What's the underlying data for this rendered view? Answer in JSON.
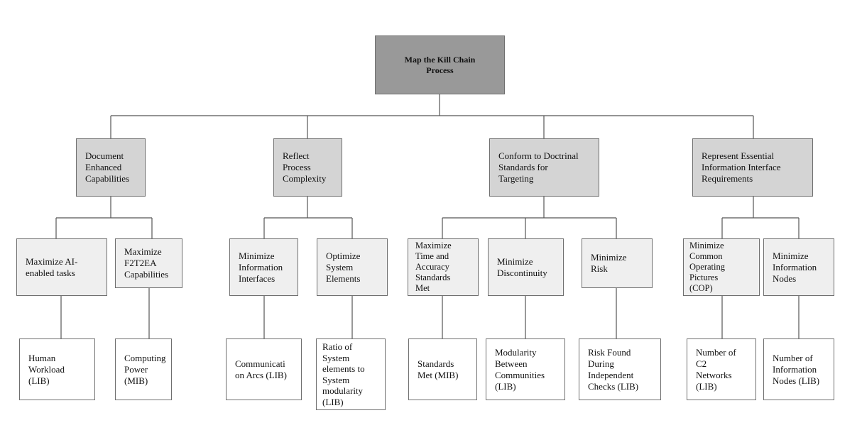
{
  "root": {
    "label": "Map the Kill Chain\nProcess"
  },
  "objectives": [
    {
      "label": "Document\nEnhanced\nCapabilities"
    },
    {
      "label": "Reflect\nProcess\nComplexity"
    },
    {
      "label": "Conform to Doctrinal\nStandards for\nTargeting"
    },
    {
      "label": "Represent Essential\nInformation Interface\nRequirements"
    }
  ],
  "sub_objectives": [
    {
      "label": "Maximize AI-\nenabled tasks"
    },
    {
      "label": "Maximize\nF2T2EA\nCapabilities"
    },
    {
      "label": "Minimize\nInformation\nInterfaces"
    },
    {
      "label": "Optimize\nSystem\nElements"
    },
    {
      "label": "Maximize\nTime and\nAccuracy\nStandards\nMet"
    },
    {
      "label": "Minimize\nDiscontinuity"
    },
    {
      "label": "Minimize\nRisk"
    },
    {
      "label": "Minimize\nCommon\nOperating\nPictures\n(COP)"
    },
    {
      "label": "Minimize\nInformation\nNodes"
    }
  ],
  "measures": [
    {
      "label": "Human\nWorkload\n(LIB)"
    },
    {
      "label": "Computing\nPower\n(MIB)"
    },
    {
      "label": "Communicati\non Arcs (LIB)"
    },
    {
      "label": "Ratio of\nSystem\nelements to\nSystem\nmodularity\n(LIB)"
    },
    {
      "label": "Standards\nMet (MIB)"
    },
    {
      "label": "Modularity\nBetween\nCommunities\n(LIB)"
    },
    {
      "label": "Risk Found\nDuring\nIndependent\nChecks (LIB)"
    },
    {
      "label": "Number of\nC2\nNetworks\n(LIB)"
    },
    {
      "label": "Number of\nInformation\nNodes (LIB)"
    }
  ]
}
